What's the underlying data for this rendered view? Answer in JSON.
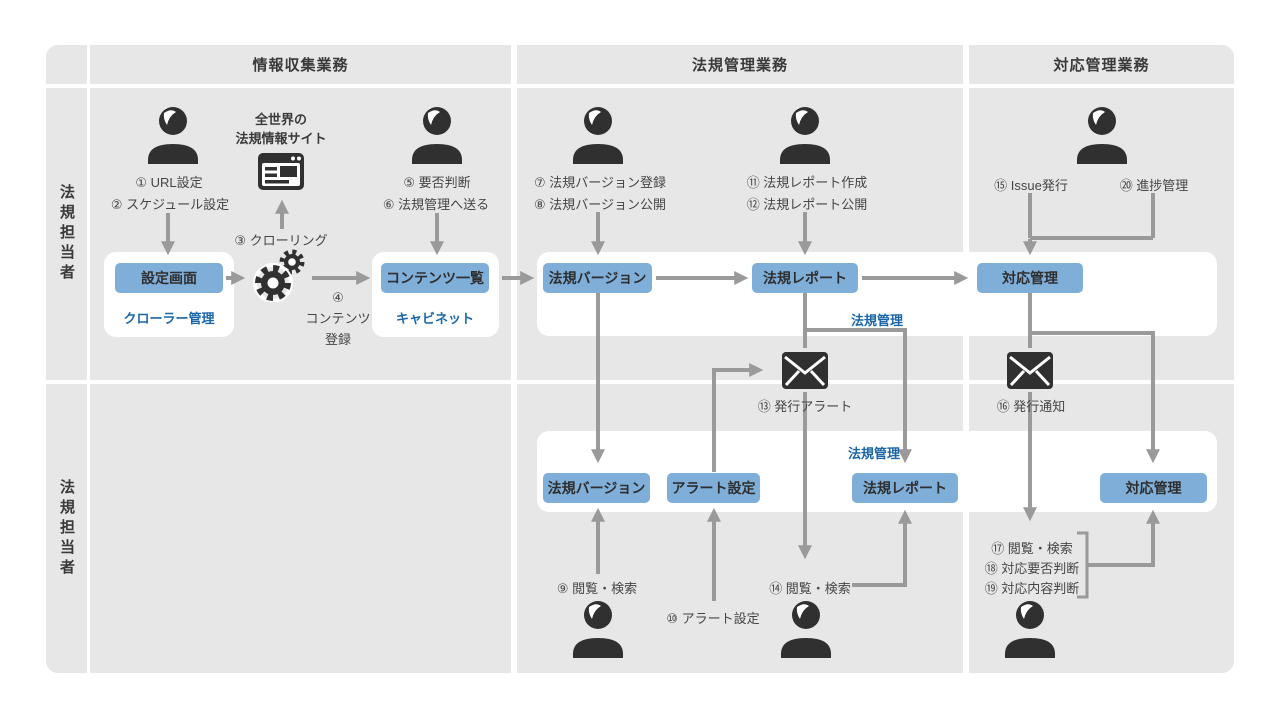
{
  "columns": [
    "情報収集業務",
    "法規管理業務",
    "対応管理業務"
  ],
  "rows": [
    "法規担当者",
    "法規担当者"
  ],
  "systems": {
    "crawler_screen": "設定画面",
    "crawler_name": "クローラー管理",
    "cabinet_screen": "コンテンツ一覧",
    "cabinet_name": "キャビネット",
    "reg_version": "法規バージョン",
    "reg_report": "法規レポート",
    "reg_mgmt_name": "法規管理",
    "alert_settings": "アラート設定",
    "response_mgmt": "対応管理"
  },
  "steps": {
    "s01": "① URL設定",
    "s02": "② スケジュール設定",
    "s03": "③ クローリング",
    "s04": "④\nコンテンツ\n登録",
    "s05": "⑤ 要否判断",
    "s06": "⑥ 法規管理へ送る",
    "s07": "⑦ 法規バージョン登録",
    "s08": "⑧ 法規バージョン公開",
    "s09": "⑨ 閲覧・検索",
    "s10": "⑩ アラート設定",
    "s11": "⑪ 法規レポート作成",
    "s12": "⑫ 法規レポート公開",
    "s13": "⑬ 発行アラート",
    "s14": "⑭ 閲覧・検索",
    "s15": "⑮ Issue発行",
    "s16": "⑯ 発行通知",
    "s17": "⑰ 閲覧・検索",
    "s18": "⑱ 対応要否判断",
    "s19": "⑲ 対応内容判断",
    "s20": "⑳ 進捗管理"
  },
  "notes": {
    "world_site": "全世界の\n法規情報サイト"
  },
  "colors": {
    "lane_bg": "#e7e7e7",
    "band_bg": "#ffffff",
    "button_bg": "#7fafd9",
    "button_text": "#2e2e2e",
    "caption_blue": "#1b66a8",
    "arrow_gray": "#9a9a9a",
    "icon_dark": "#303030",
    "step_text": "#454545"
  }
}
